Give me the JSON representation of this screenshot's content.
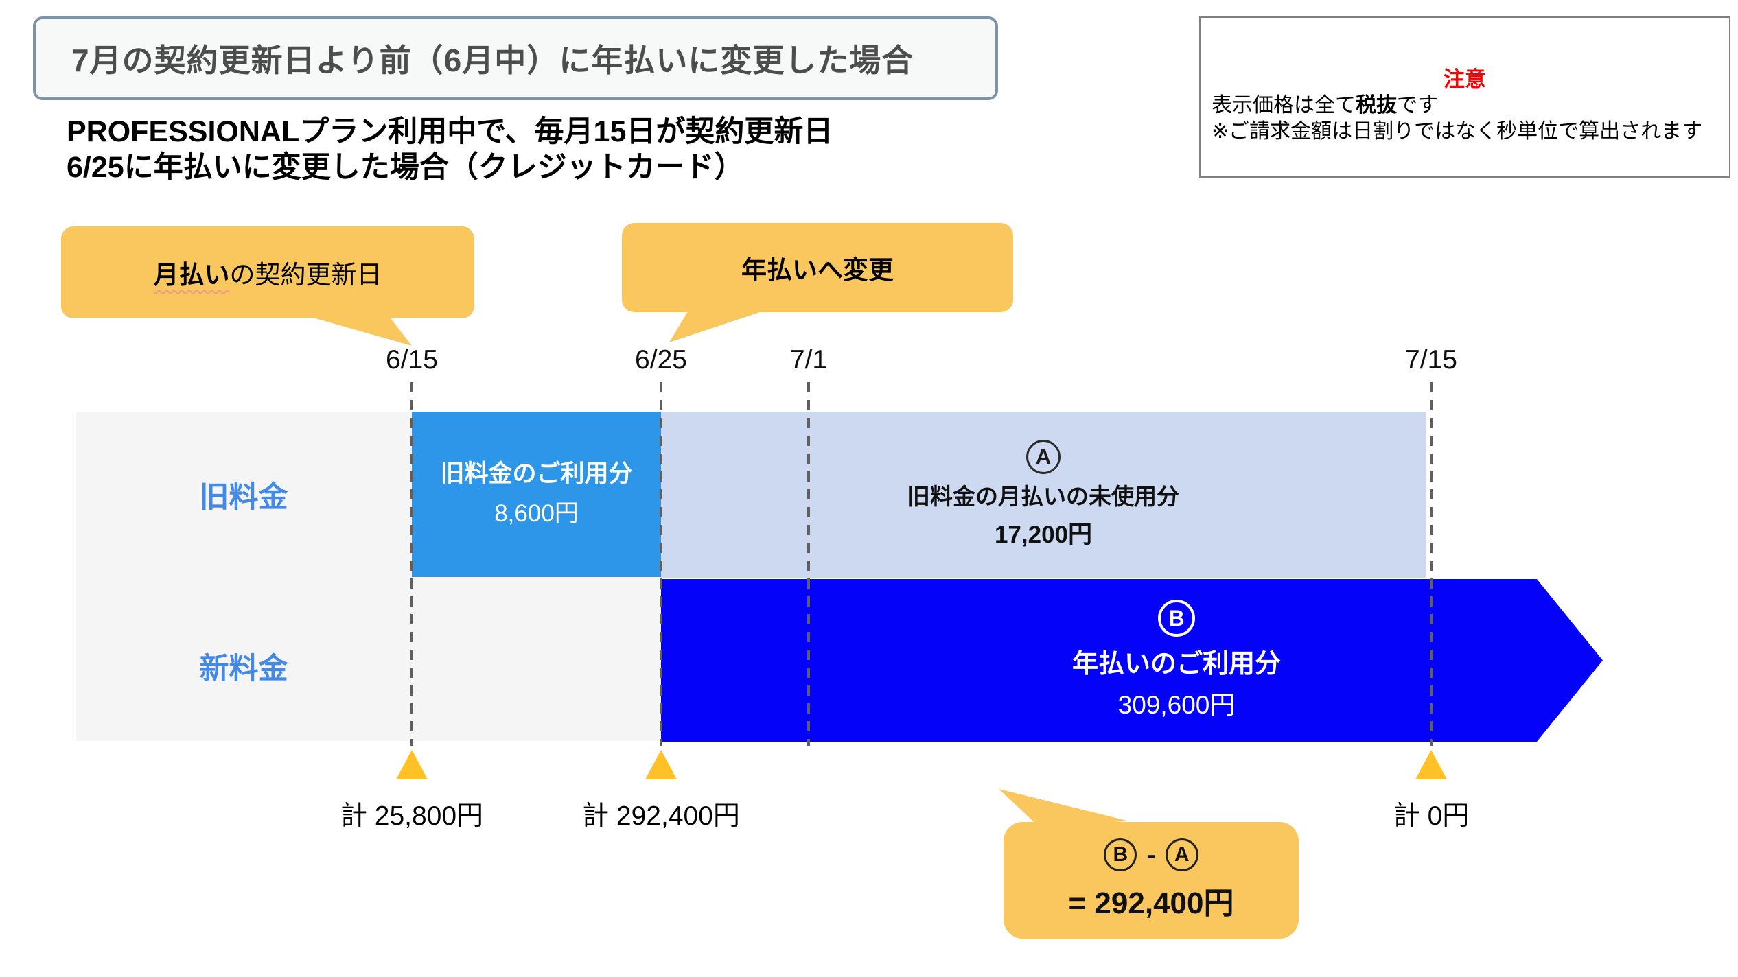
{
  "title_banner": {
    "text": "7月の契約更新日より前（6月中）に年払いに変更した場合"
  },
  "subtitle": {
    "line1": "PROFESSIONALプラン利用中で、毎月15日が契約更新日",
    "line2": "6/25に年払いに変更した場合（クレジットカード）"
  },
  "notice": {
    "heading": "注意",
    "line1_prefix": "表示価格は全て",
    "line1_bold": "税抜",
    "line1_suffix": "です",
    "line2": "※ご請求金額は日割りではなく秒単位で算出されます"
  },
  "callout_monthly": {
    "bold": "月払い",
    "rest": "の契約更新日"
  },
  "callout_yearly": {
    "text": "年払いへ変更"
  },
  "timeline": {
    "dates": [
      "6/15",
      "6/25",
      "7/1",
      "7/15"
    ]
  },
  "rows": {
    "old_label": "旧料金",
    "new_label": "新料金"
  },
  "old_usage_box": {
    "title": "旧料金のご利用分",
    "amount": "8,600円"
  },
  "unused_band": {
    "badge": "A",
    "title": "旧料金の月払いの未使用分",
    "amount": "17,200円"
  },
  "annual_arrow": {
    "badge": "B",
    "title": "年払いのご利用分",
    "amount": "309,600円"
  },
  "totals": [
    "計 25,800円",
    "計 292,400円",
    "計 0円"
  ],
  "calc_callout": {
    "badge_b": "B",
    "minus": "-",
    "badge_a": "A",
    "result": "= 292,400円"
  },
  "colors": {
    "title_border": "#7e93a6",
    "title_bg": "#f7f8f8",
    "title_text": "#4d4d4d",
    "red": "#ff0000",
    "yellow": "#fac75e",
    "triangle": "#ffc125",
    "grey": "#f5f5f5",
    "label_blue": "#4489e7",
    "mid_blue": "#2e96e8",
    "light_blue": "#ccd9f1",
    "dark_blue": "#0502fa",
    "dash": "#5f5f5f",
    "border_grey": "#7f7f7f"
  }
}
